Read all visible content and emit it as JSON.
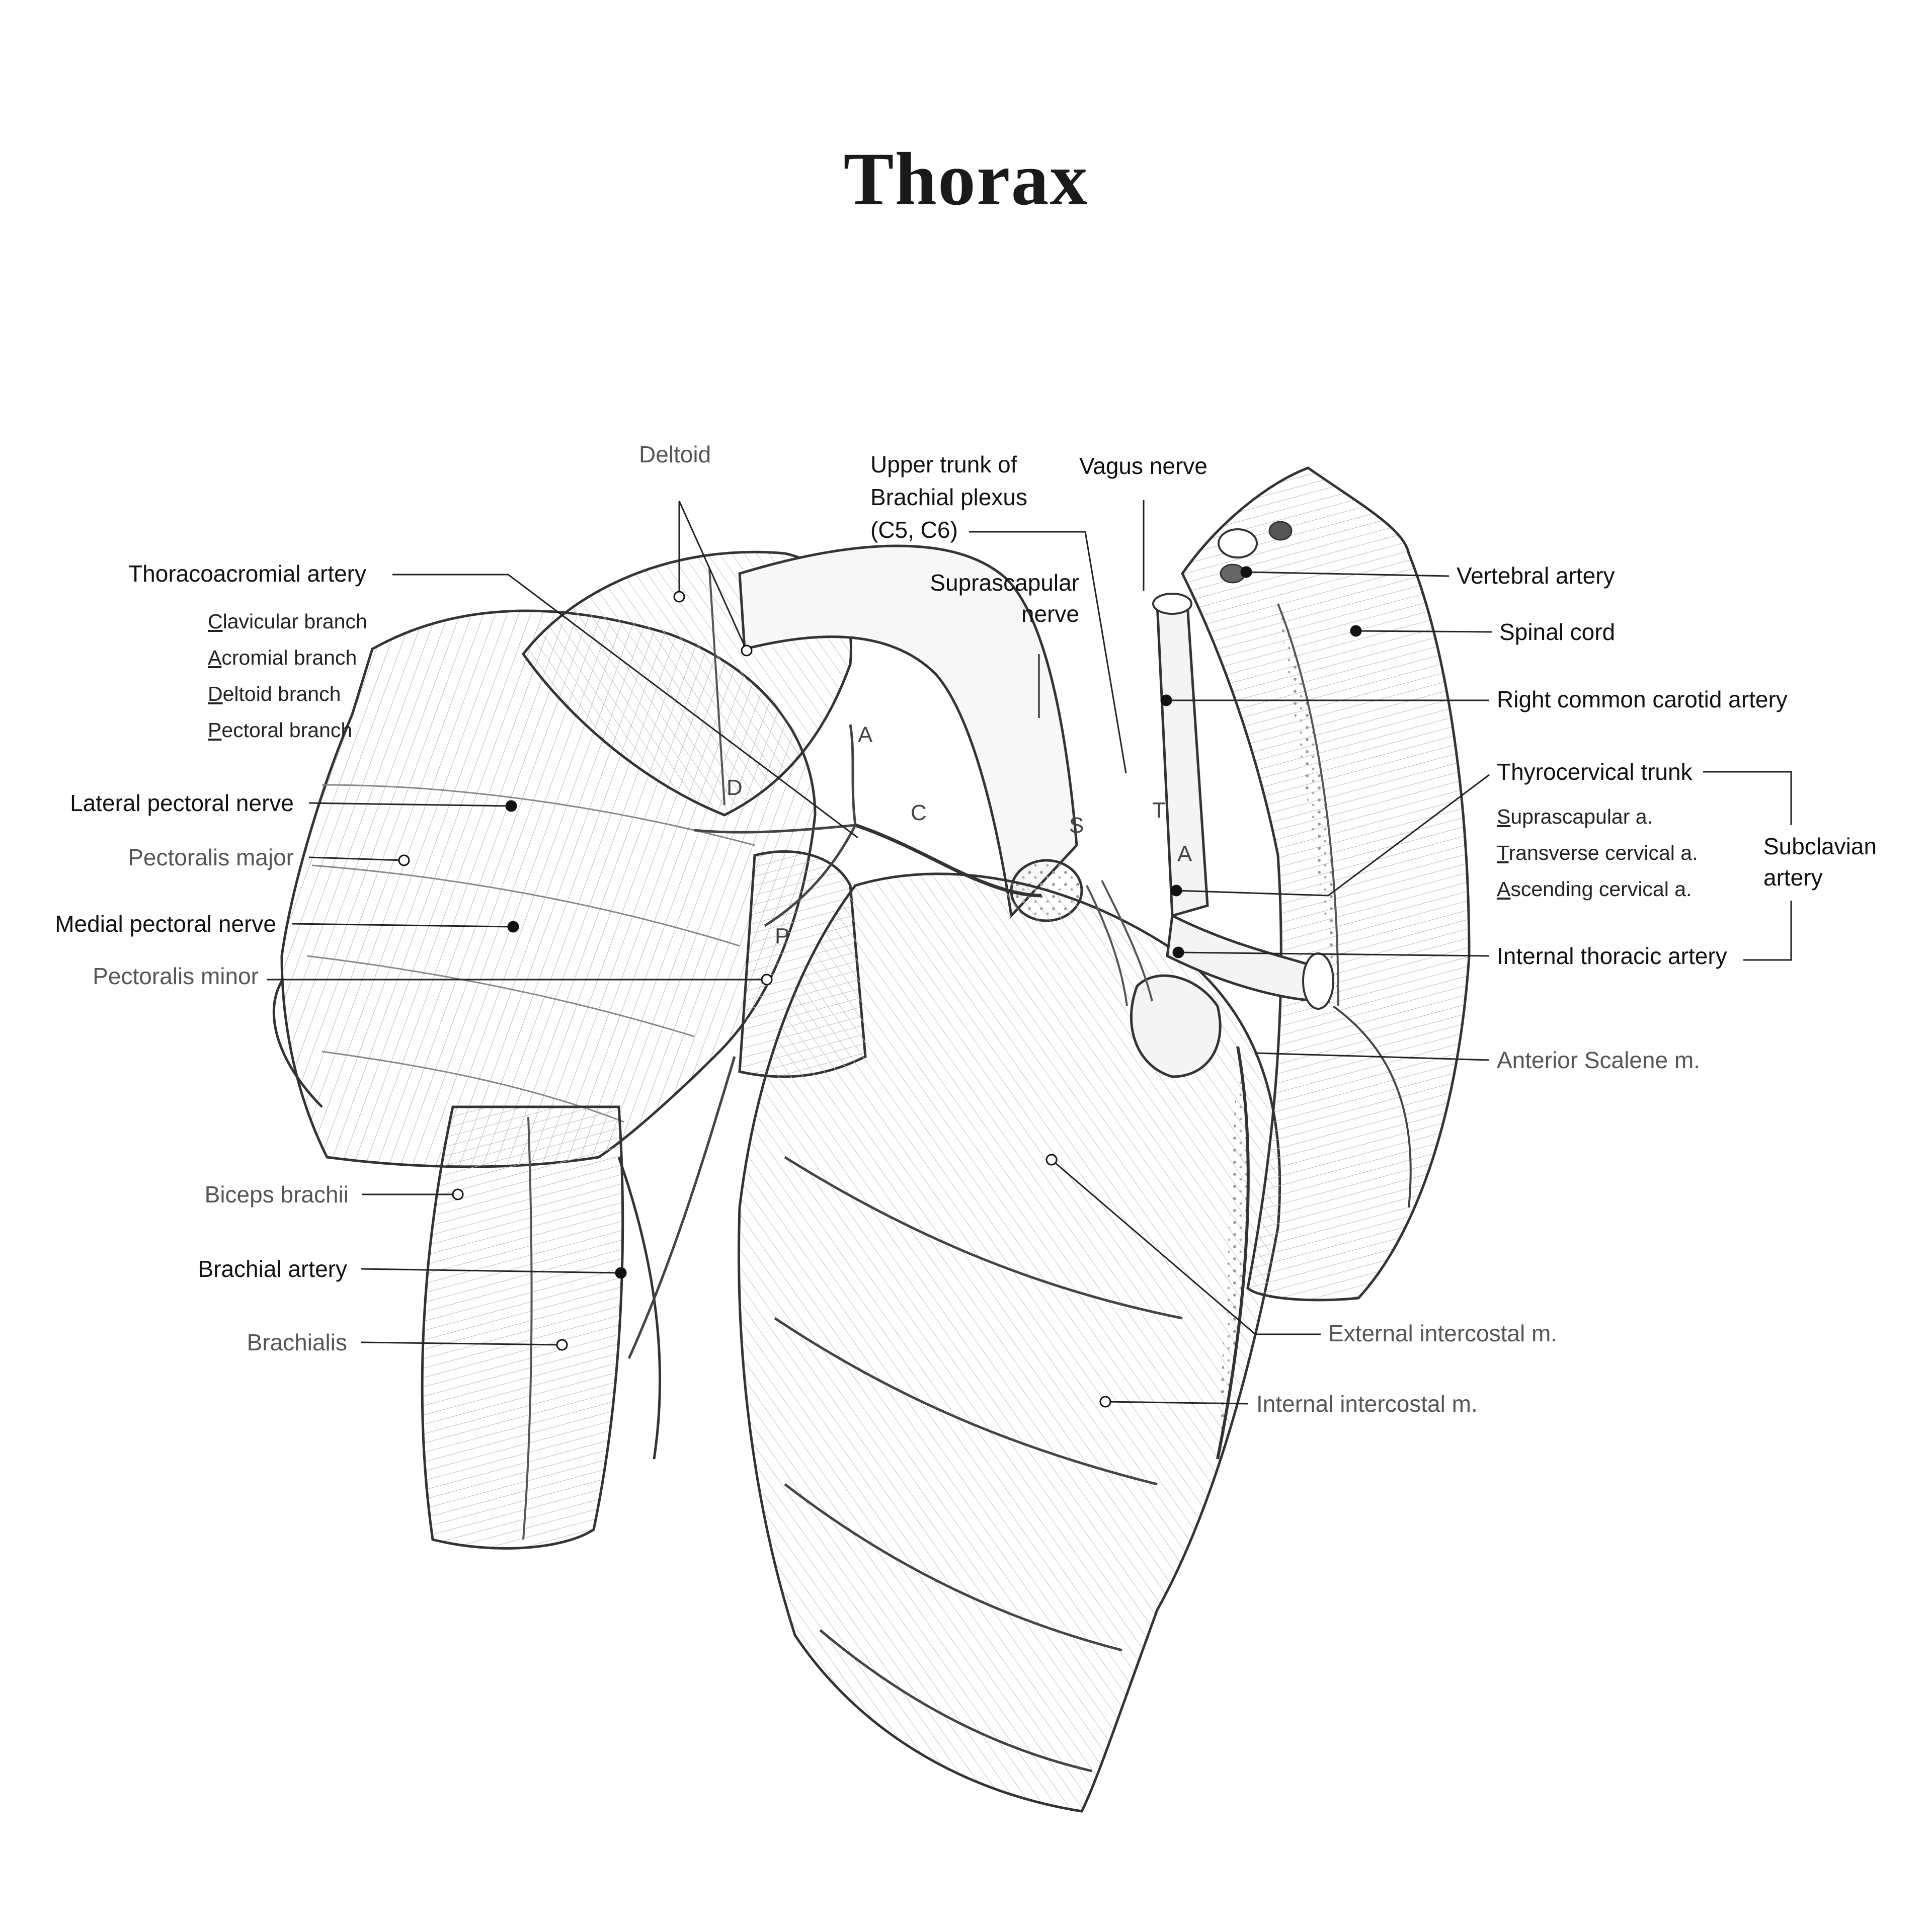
{
  "title": "Thorax",
  "top": {
    "deltoid": "Deltoid",
    "upper_trunk": [
      "Upper trunk of",
      "Brachial plexus",
      "(C5, C6)"
    ],
    "vagus": "Vagus nerve",
    "suprascapular_nerve": [
      "Suprascapular",
      "nerve"
    ]
  },
  "left": {
    "thoracoacromial": "Thoracoacromial artery",
    "thoracoacromial_branches": [
      "Clavicular branch",
      "Acromial branch",
      "Deltoid branch",
      "Pectoral branch"
    ],
    "lateral_pectoral": "Lateral pectoral nerve",
    "pectoralis_major": "Pectoralis major",
    "medial_pectoral": "Medial pectoral nerve",
    "pectoralis_minor": "Pectoralis minor",
    "biceps": "Biceps brachii",
    "brachial_artery": "Brachial artery",
    "brachialis": "Brachialis"
  },
  "right": {
    "vertebral": "Vertebral artery",
    "spinal_cord": "Spinal cord",
    "carotid": "Right common carotid artery",
    "thyrocervical": "Thyrocervical trunk",
    "thyrocervical_branches": [
      "Suprascapular a.",
      "Transverse cervical a.",
      "Ascending cervical a."
    ],
    "internal_thoracic": "Internal thoracic artery",
    "subclavian": [
      "Subclavian",
      "artery"
    ],
    "anterior_scalene": "Anterior Scalene m.",
    "external_intercostal": "External intercostal m.",
    "internal_intercostal": "Internal intercostal m."
  },
  "figure_letters": {
    "acromial": "A",
    "deltoid": "D",
    "clavicular": "C",
    "pectoral": "P",
    "suprascapular": "S",
    "transverse": "T",
    "ascending": "A"
  }
}
